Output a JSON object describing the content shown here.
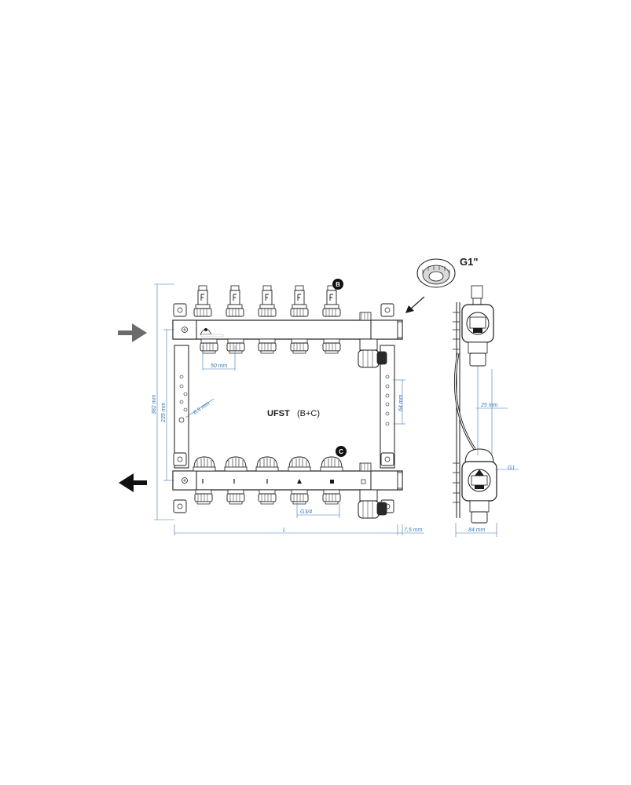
{
  "product": {
    "name": "UFST",
    "variant": "(B+C)"
  },
  "connection": {
    "thread": "G1\""
  },
  "markers": {
    "b": "B",
    "c": "C"
  },
  "dimensions": {
    "spacing": "50 mm",
    "height_total": "382 mm",
    "height_mount": "235 mm",
    "hole": "6,5 mm",
    "offset_side": "64 mm",
    "length": "L",
    "end_offset": "7,5 mm",
    "thread_outlet": "G3/4",
    "side_spacing": "25 mm",
    "side_thread": "G1",
    "depth": "84 mm"
  },
  "flow": {
    "supply": "inlet-arrow",
    "return": "outlet-arrow"
  },
  "colors": {
    "line": "#1a1a1a",
    "dimension": "#3a79b8",
    "arrow_in": "#6b6b6b",
    "arrow_out": "#111111"
  }
}
